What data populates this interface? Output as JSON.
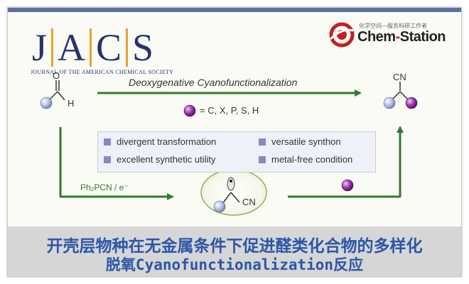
{
  "journal": {
    "letters": [
      "J",
      "A",
      "C",
      "S"
    ],
    "name": "JOURNAL OF THE AMERICAN CHEMICAL SOCIETY"
  },
  "brand": {
    "tagline": "化学空间—服务科研工作者",
    "name_part1": "Chem",
    "name_sep": "-",
    "name_part2": "Station"
  },
  "reaction": {
    "title": "Deoxygenative Cyanofunctionalization",
    "substituents": "= C, X, P, S, H",
    "aldehyde_o": "O",
    "aldehyde_h": "H",
    "product_cn": "CN",
    "reagent": "Ph₂PCN / e⁻",
    "intermediate_cn": "CN"
  },
  "features": [
    "divergent transformation",
    "versatile synthon",
    "excellent synthetic utility",
    "metal-free condition"
  ],
  "caption": {
    "line1": "开壳层物种在无金属条件下促进醛类化合物的多样化",
    "line2_pre": "脱氧",
    "line2_mid": "Cyanofunctionalization",
    "line2_post": "反应"
  },
  "colors": {
    "arrow_green": "#2e7d2b",
    "purple_sphere": "#7a1b86",
    "blue_sphere": "#a8b4d6",
    "bullet": "#8e86c4",
    "caption_blue": "#2b56a8",
    "jacs_blue": "#27336e",
    "jacs_gold": "#e8a12d"
  }
}
